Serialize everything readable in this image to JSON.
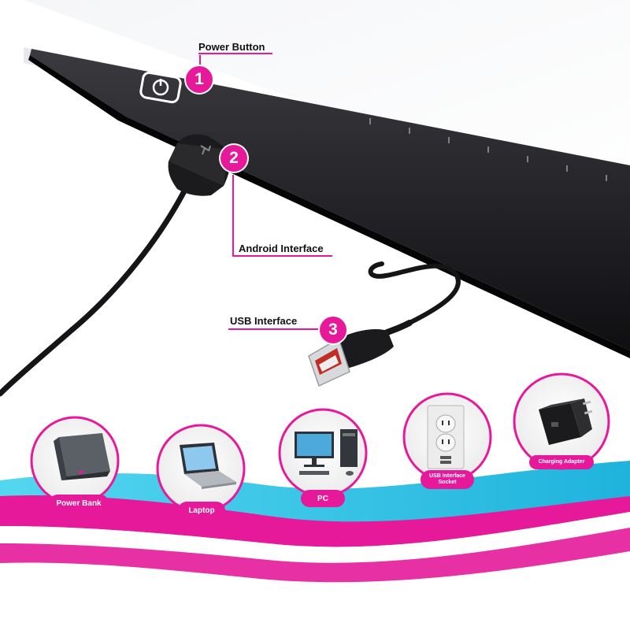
{
  "callouts": {
    "power_button": {
      "label": "Power Button",
      "number": "1"
    },
    "android_interface": {
      "label": "Android Interface",
      "number": "2"
    },
    "usb_interface": {
      "label": "USB Interface",
      "number": "3"
    }
  },
  "sources": [
    {
      "label": "Power Bank",
      "icon": "power-bank-icon"
    },
    {
      "label": "Laptop",
      "icon": "laptop-icon"
    },
    {
      "label": "PC",
      "icon": "desktop-pc-icon"
    },
    {
      "label": "USB Interface Socket",
      "icon": "wall-socket-icon"
    },
    {
      "label": "Charging Adapter",
      "icon": "charging-adapter-icon"
    }
  ],
  "colors": {
    "accent": "#e6199b",
    "wave_cyan": "#2ec8e8",
    "wave_magenta": "#e6199b",
    "pad_dark": "#1a1a1d"
  }
}
